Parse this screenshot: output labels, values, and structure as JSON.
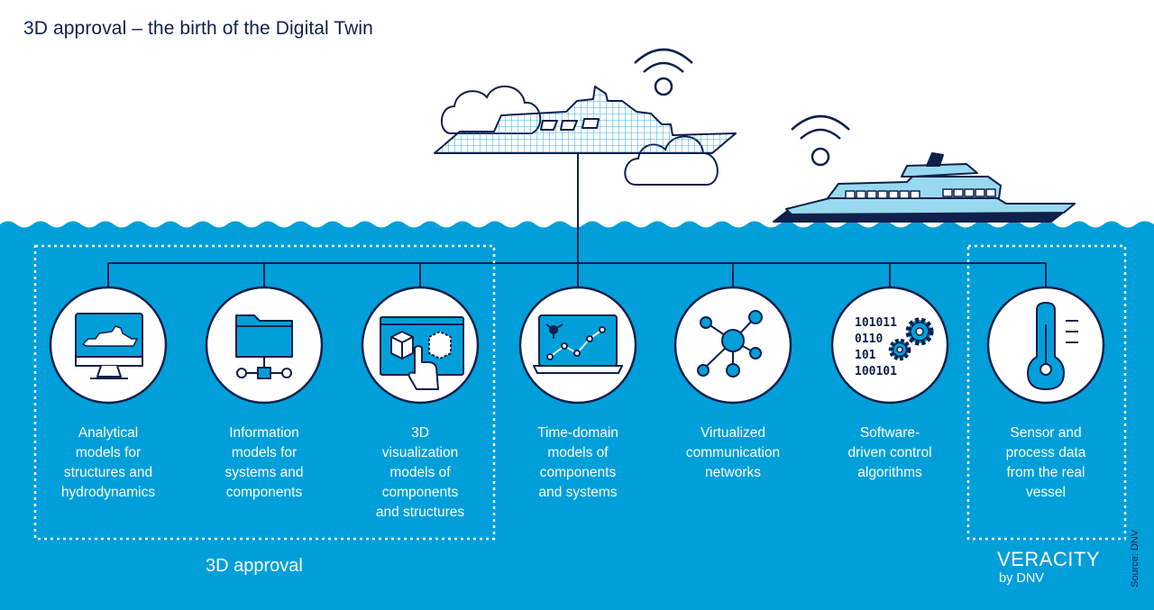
{
  "title": "3D approval – the birth of the Digital Twin",
  "colors": {
    "water": "#009fda",
    "navy": "#0f204b",
    "light_blue": "#99d9f0",
    "white": "#ffffff"
  },
  "nodes": [
    {
      "icon": "monitor-ship-icon",
      "lines": [
        "Analytical",
        "models for",
        "structures and",
        "hydrodynamics"
      ]
    },
    {
      "icon": "folder-network-icon",
      "lines": [
        "Information",
        "models for",
        "systems and",
        "components"
      ]
    },
    {
      "icon": "3d-cubes-hand-icon",
      "lines": [
        "3D",
        "visualization",
        "models of",
        "components",
        "and structures"
      ]
    },
    {
      "icon": "laptop-graph-icon",
      "lines": [
        "Time-domain",
        "models of",
        "components",
        "and systems"
      ]
    },
    {
      "icon": "network-hub-icon",
      "lines": [
        "Virtualized",
        "communication",
        "networks"
      ]
    },
    {
      "icon": "binary-gears-icon",
      "lines": [
        "Software-",
        "driven control",
        "algorithms"
      ]
    },
    {
      "icon": "thermometer-icon",
      "lines": [
        "Sensor and",
        "process data",
        "from the real",
        "vessel"
      ]
    }
  ],
  "binary_lines": [
    "101011",
    "0110",
    "101",
    "100101"
  ],
  "group_label": "3D approval",
  "brand": {
    "name": "VERACITY",
    "sub": "by DNV"
  },
  "source": "Source: DNV"
}
